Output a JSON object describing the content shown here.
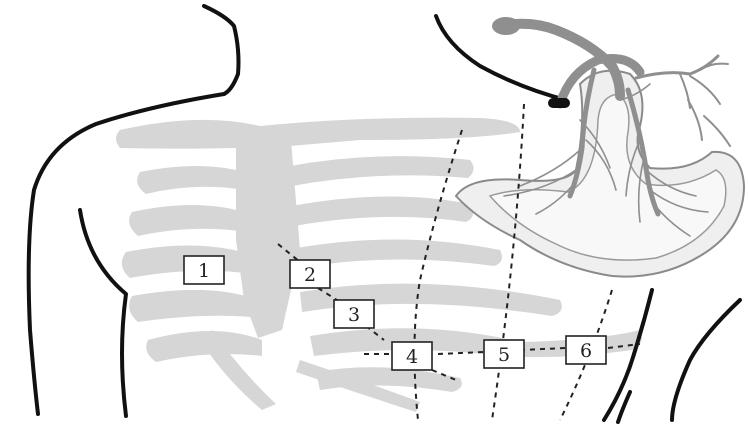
{
  "leads": [
    {
      "id": "V1",
      "label": "1"
    },
    {
      "id": "V2",
      "label": "2"
    },
    {
      "id": "V3",
      "label": "3"
    },
    {
      "id": "V4",
      "label": "4"
    },
    {
      "id": "V5",
      "label": "5"
    },
    {
      "id": "V6",
      "label": "6"
    }
  ],
  "colors": {
    "outline": "#111111",
    "ribcage": "#d6d6d6",
    "heart_fill": "#efefef",
    "vessels": "#8f8f8f",
    "electrode_border": "#222222"
  }
}
